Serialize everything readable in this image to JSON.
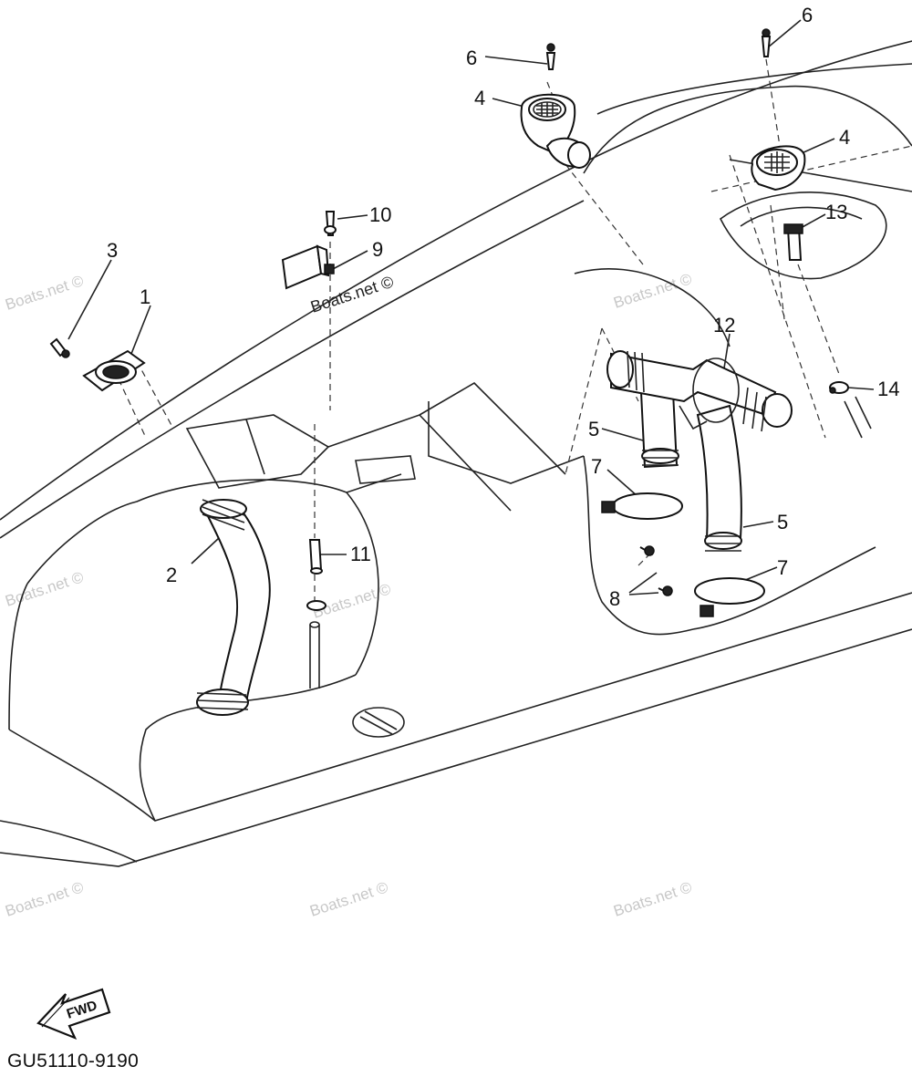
{
  "callouts": [
    {
      "id": "c1",
      "text": "1"
    },
    {
      "id": "c2",
      "text": "2"
    },
    {
      "id": "c3",
      "text": "3"
    },
    {
      "id": "c4a",
      "text": "4"
    },
    {
      "id": "c4b",
      "text": "4"
    },
    {
      "id": "c5a",
      "text": "5"
    },
    {
      "id": "c5b",
      "text": "5"
    },
    {
      "id": "c6a",
      "text": "6"
    },
    {
      "id": "c6b",
      "text": "6"
    },
    {
      "id": "c7a",
      "text": "7"
    },
    {
      "id": "c7b",
      "text": "7"
    },
    {
      "id": "c8",
      "text": "8"
    },
    {
      "id": "c9",
      "text": "9"
    },
    {
      "id": "c10",
      "text": "10"
    },
    {
      "id": "c11",
      "text": "11"
    },
    {
      "id": "c12",
      "text": "12"
    },
    {
      "id": "c13",
      "text": "13"
    },
    {
      "id": "c14",
      "text": "14"
    }
  ],
  "watermark": "Boats.net ©",
  "fwd_label": "FWD",
  "reference_code": "GU51110-9190"
}
